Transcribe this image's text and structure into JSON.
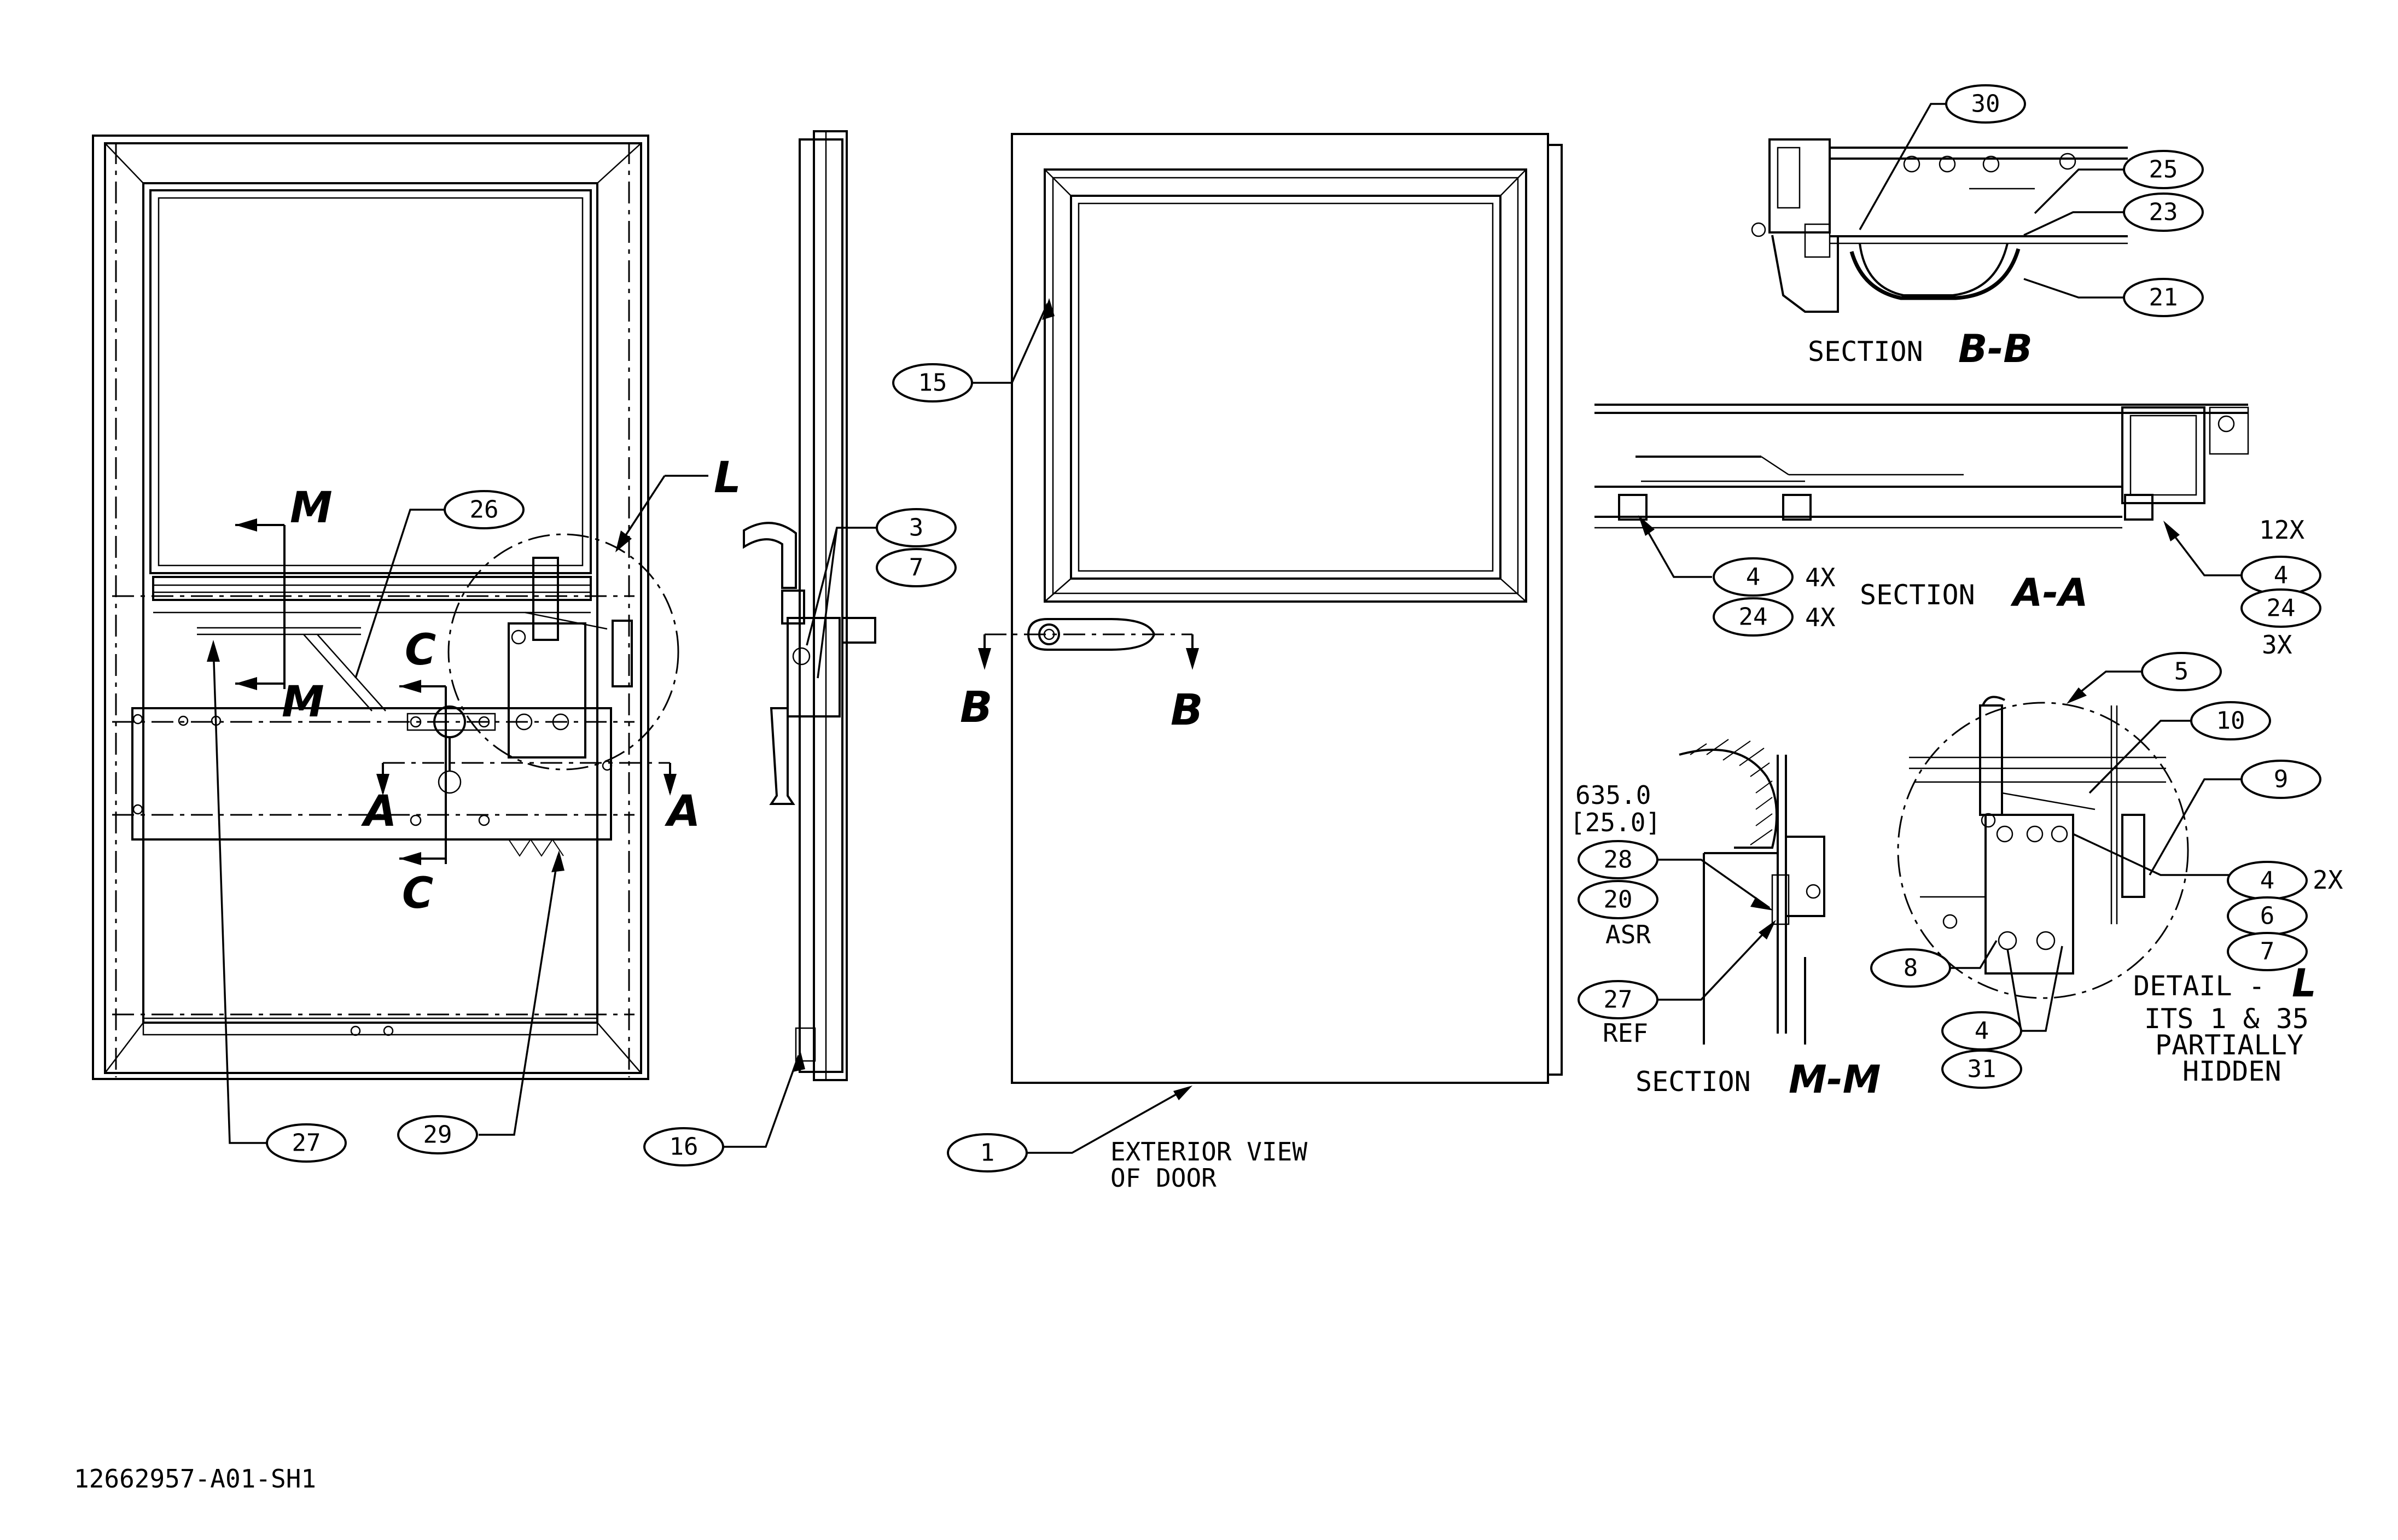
{
  "drawing_number": "12662957-A01-SH1",
  "callouts": {
    "c30": "30",
    "c25": "25",
    "c23": "23",
    "c21": "21",
    "c15": "15",
    "c26": "26",
    "c3": "3",
    "c7a": "7",
    "c27a": "27",
    "c29": "29",
    "c16": "16",
    "c1": "1",
    "c4a": "4",
    "c24a": "24",
    "c4b": "4",
    "c24b": "24",
    "c5": "5",
    "c10": "10",
    "c9": "9",
    "c4c": "4",
    "c6": "6",
    "c7b": "7",
    "c8": "8",
    "c4d": "4",
    "c31": "31",
    "c28": "28",
    "c20": "20",
    "c27b": "27"
  },
  "section_letters": {
    "m": "M",
    "l": "L",
    "c": "C",
    "a": "A",
    "b": "B"
  },
  "labels": {
    "section_bb_prefix": "SECTION",
    "section_bb_letters": "B-B",
    "section_aa_prefix": "SECTION",
    "section_aa_letters": "A-A",
    "section_mm_prefix": "SECTION",
    "section_mm_letters": "M-M",
    "detail_l_prefix": "DETAIL -",
    "detail_l_letter": "L",
    "detail_note_1": "ITS 1 & 35",
    "detail_note_2": "PARTIALLY",
    "detail_note_3": "HIDDEN",
    "exterior_1": "EXTERIOR VIEW",
    "exterior_2": "OF DOOR",
    "qty_4x_a": "4X",
    "qty_4x_b": "4X",
    "qty_12x": "12X",
    "qty_3x": "3X",
    "qty_2x": "2X",
    "dim_mm": "635.0",
    "dim_in": "[25.0]",
    "asr": "ASR",
    "ref": "REF"
  }
}
